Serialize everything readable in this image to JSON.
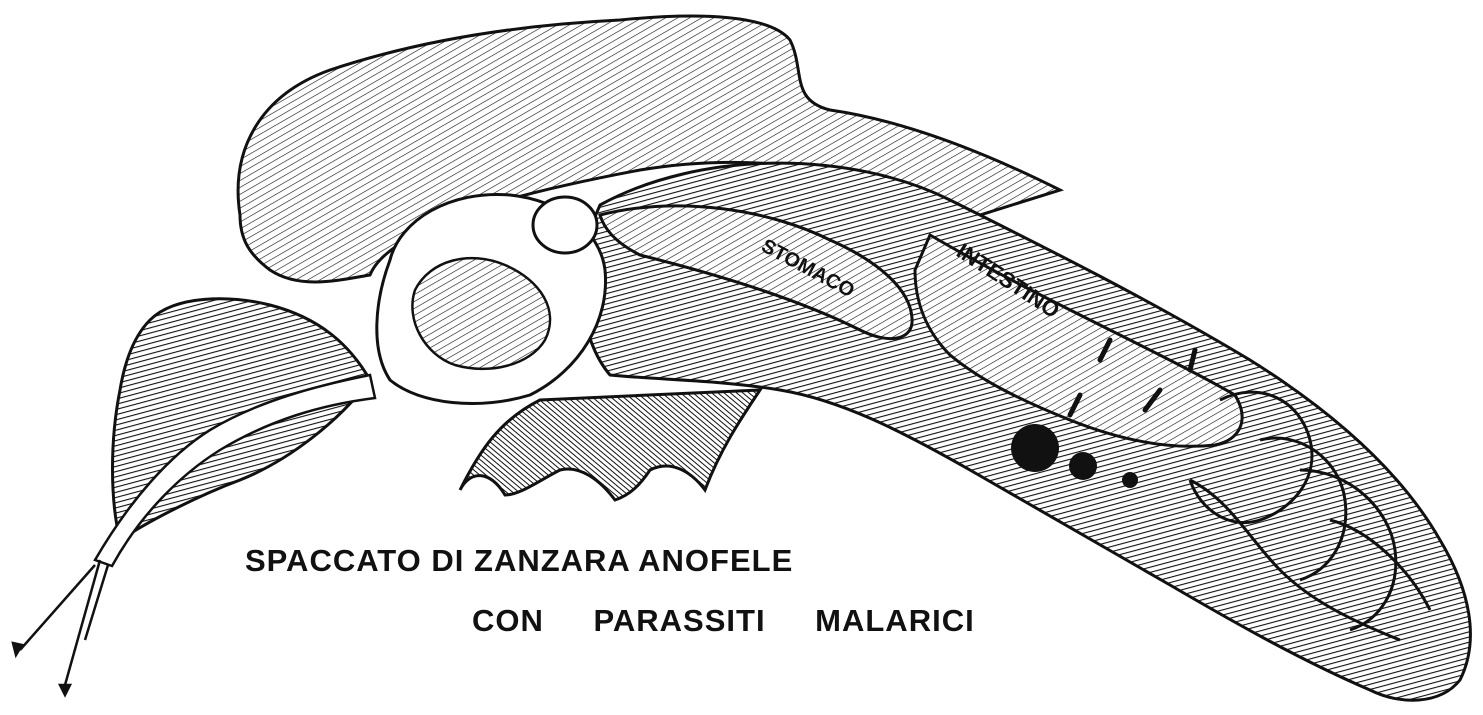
{
  "figure": {
    "caption_line1": "SPACCATO DI ZANZARA ANOFELE",
    "caption_line2": "CON PARASSITI MALARICI",
    "labels": {
      "stomach": "STOMACO",
      "intestine": "INTESTINO"
    }
  },
  "colors": {
    "ink": "#111111",
    "paper": "#ffffff"
  }
}
